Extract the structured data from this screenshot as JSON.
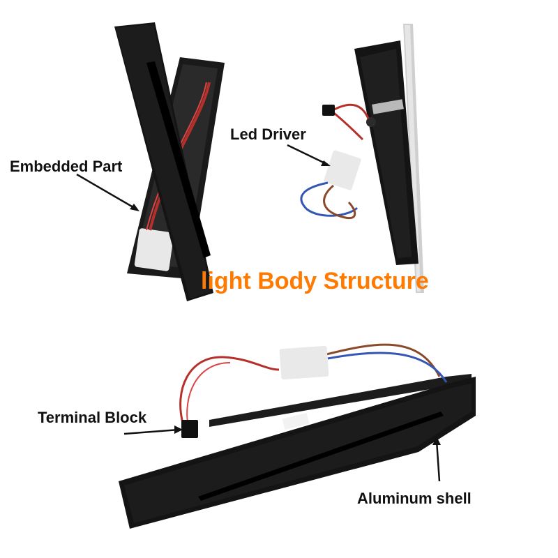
{
  "title": "light Body Structure",
  "labels": {
    "embedded_part": "Embedded Part",
    "led_driver": "Led Driver",
    "terminal_block": "Terminal Block",
    "aluminum_shell": "Aluminum shell"
  },
  "colors": {
    "title": "#ff7a00",
    "label": "#111111",
    "shell": "#141414",
    "shell_edge": "#3a3a3a",
    "driver_box": "#e9e9e9",
    "wire_red": "#b5302a",
    "wire_blue": "#3556b5",
    "background": "#ffffff"
  }
}
